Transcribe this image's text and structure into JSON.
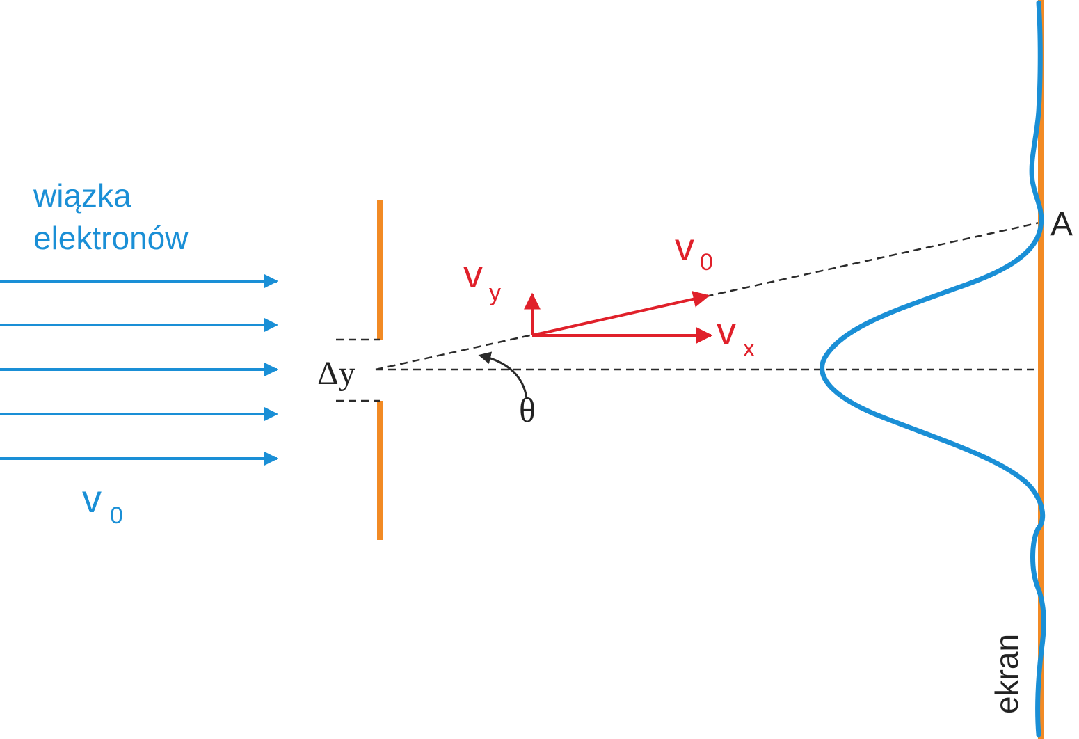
{
  "labels": {
    "beam_line1": "wiązka",
    "beam_line2": "elektronów",
    "beam_v": "v",
    "beam_v_sub": "0",
    "delta_y": "Δy",
    "theta": "θ",
    "vy": "v",
    "vy_sub": "y",
    "vx": "v",
    "vx_sub": "x",
    "v0": "v",
    "v0_sub": "0",
    "point_a": "A",
    "screen": "ekran"
  },
  "colors": {
    "beam": "#1a8fd6",
    "barrier": "#f28a24",
    "vector": "#e0202a",
    "dashed": "#2a2a2a",
    "text": "#222222"
  }
}
